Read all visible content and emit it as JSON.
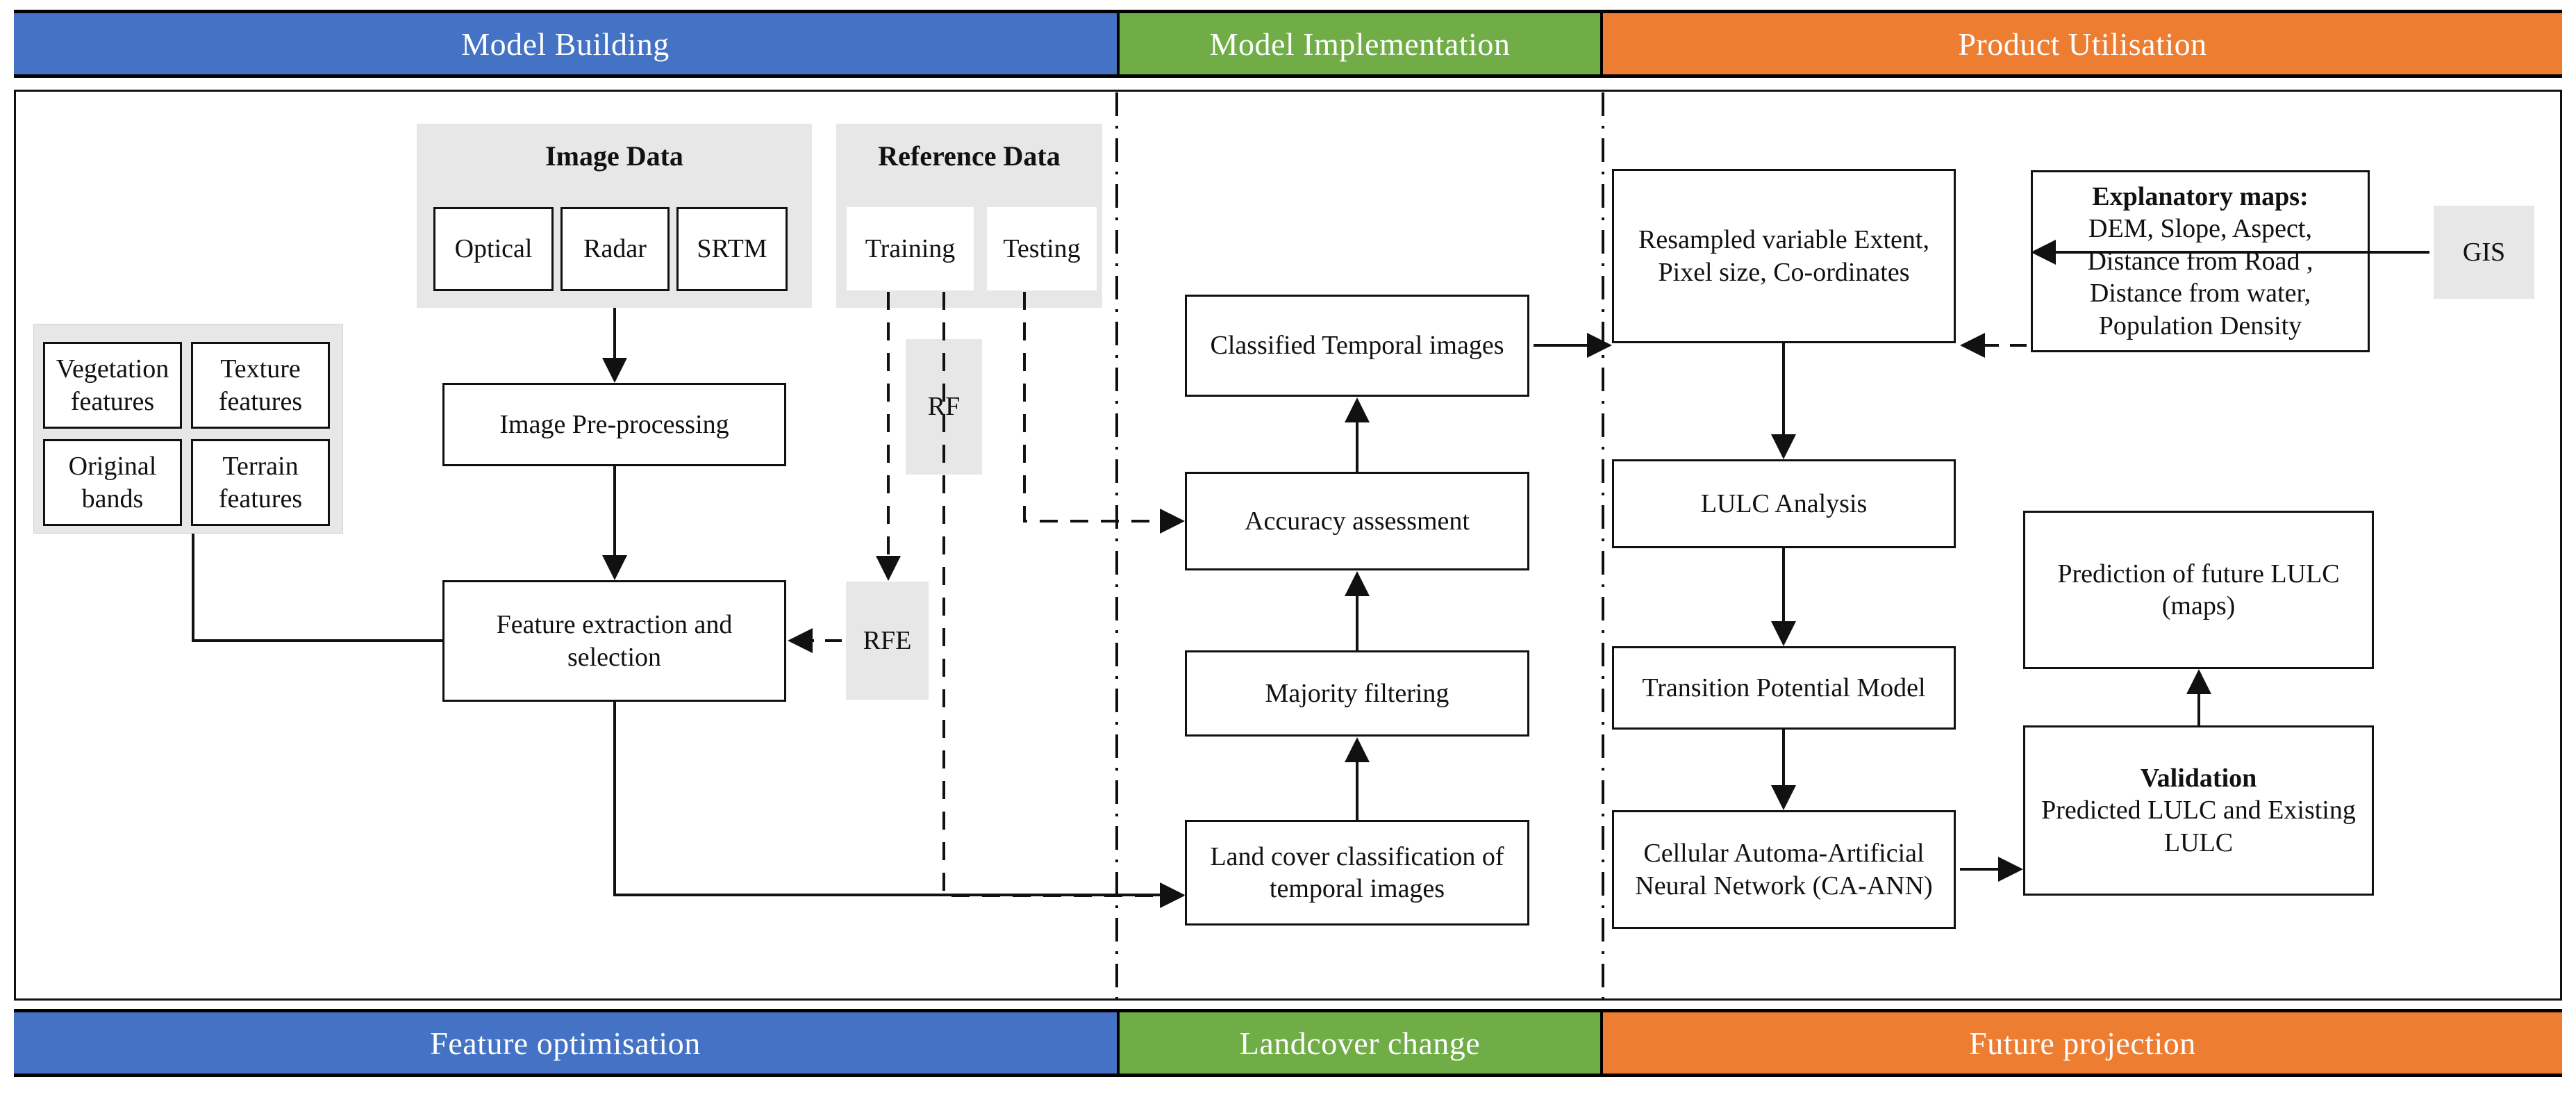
{
  "phases": {
    "top": [
      {
        "label": "Model Building",
        "color": "#4472c4"
      },
      {
        "label": "Model Implementation",
        "color": "#70ad47"
      },
      {
        "label": "Product Utilisation",
        "color": "#ed7d31"
      }
    ],
    "bottom": [
      {
        "label": "Feature optimisation",
        "color": "#4472c4"
      },
      {
        "label": "Landcover change",
        "color": "#70ad47"
      },
      {
        "label": "Future projection",
        "color": "#ed7d31"
      }
    ]
  },
  "groups": {
    "image_data": {
      "title": "Image Data",
      "items": [
        "Optical",
        "Radar",
        "SRTM"
      ]
    },
    "reference_data": {
      "title": "Reference Data",
      "items": [
        "Training",
        "Testing"
      ]
    },
    "features": {
      "items": [
        "Vegetation features",
        "Texture features",
        "Original bands",
        "Terrain features"
      ]
    }
  },
  "model_building": {
    "preprocessing": "Image Pre-processing",
    "feature_extraction": "Feature extraction and selection",
    "rf": "RF",
    "rfe": "RFE"
  },
  "model_implementation": {
    "classified": "Classified Temporal images",
    "accuracy": "Accuracy assessment",
    "majority": "Majority filtering",
    "landcover": "Land cover classification of temporal images"
  },
  "product_utilisation": {
    "resampled": "Resampled variable Extent, Pixel size, Co-ordinates",
    "lulc_analysis": "LULC Analysis",
    "transition": "Transition Potential Model",
    "ca_ann": "Cellular Automa-Artificial Neural Network (CA-ANN)",
    "explanatory_title": "Explanatory maps:",
    "explanatory_body": "DEM, Slope, Aspect, Distance from Road , Distance from water, Population Density",
    "gis": "GIS",
    "prediction": "Prediction of future LULC (maps)",
    "validation_title": "Validation",
    "validation_body": "Predicted LULC and Existing LULC"
  },
  "colors": {
    "blue": "#4472c4",
    "green": "#70ad47",
    "orange": "#ed7d31",
    "grey_fill": "#e7e7e7",
    "line": "#111111"
  }
}
